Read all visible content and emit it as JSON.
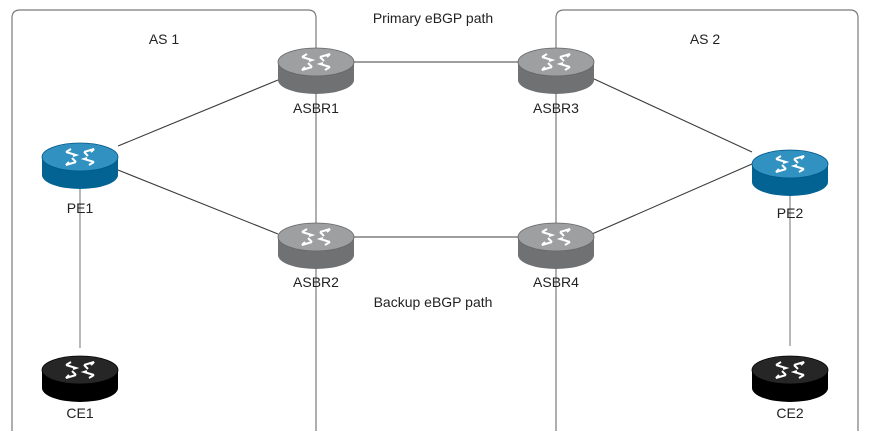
{
  "as_domains": [
    {
      "id": "as1",
      "label": "AS 1"
    },
    {
      "id": "as2",
      "label": "AS 2"
    }
  ],
  "paths": {
    "primary_label": "Primary eBGP path",
    "backup_label": "Backup eBGP path"
  },
  "routers": [
    {
      "id": "asbr1",
      "label": "ASBR1",
      "role": "border",
      "color": "#8c8d8f"
    },
    {
      "id": "asbr2",
      "label": "ASBR2",
      "role": "border",
      "color": "#8c8d8f"
    },
    {
      "id": "asbr3",
      "label": "ASBR3",
      "role": "border",
      "color": "#8c8d8f"
    },
    {
      "id": "asbr4",
      "label": "ASBR4",
      "role": "border",
      "color": "#8c8d8f"
    },
    {
      "id": "pe1",
      "label": "PE1",
      "role": "provider-edge",
      "color": "#1f7fae"
    },
    {
      "id": "pe2",
      "label": "PE2",
      "role": "provider-edge",
      "color": "#1f7fae"
    },
    {
      "id": "ce1",
      "label": "CE1",
      "role": "customer-edge",
      "color": "#141414"
    },
    {
      "id": "ce2",
      "label": "CE2",
      "role": "customer-edge",
      "color": "#141414"
    }
  ],
  "links": [
    {
      "from": "pe1",
      "to": "asbr1"
    },
    {
      "from": "pe1",
      "to": "asbr2"
    },
    {
      "from": "asbr1",
      "to": "asbr3"
    },
    {
      "from": "asbr2",
      "to": "asbr4"
    },
    {
      "from": "asbr1",
      "to": "asbr2"
    },
    {
      "from": "asbr3",
      "to": "asbr4"
    },
    {
      "from": "asbr3",
      "to": "pe2"
    },
    {
      "from": "asbr4",
      "to": "pe2"
    },
    {
      "from": "pe1",
      "to": "ce1"
    },
    {
      "from": "pe2",
      "to": "ce2"
    }
  ]
}
